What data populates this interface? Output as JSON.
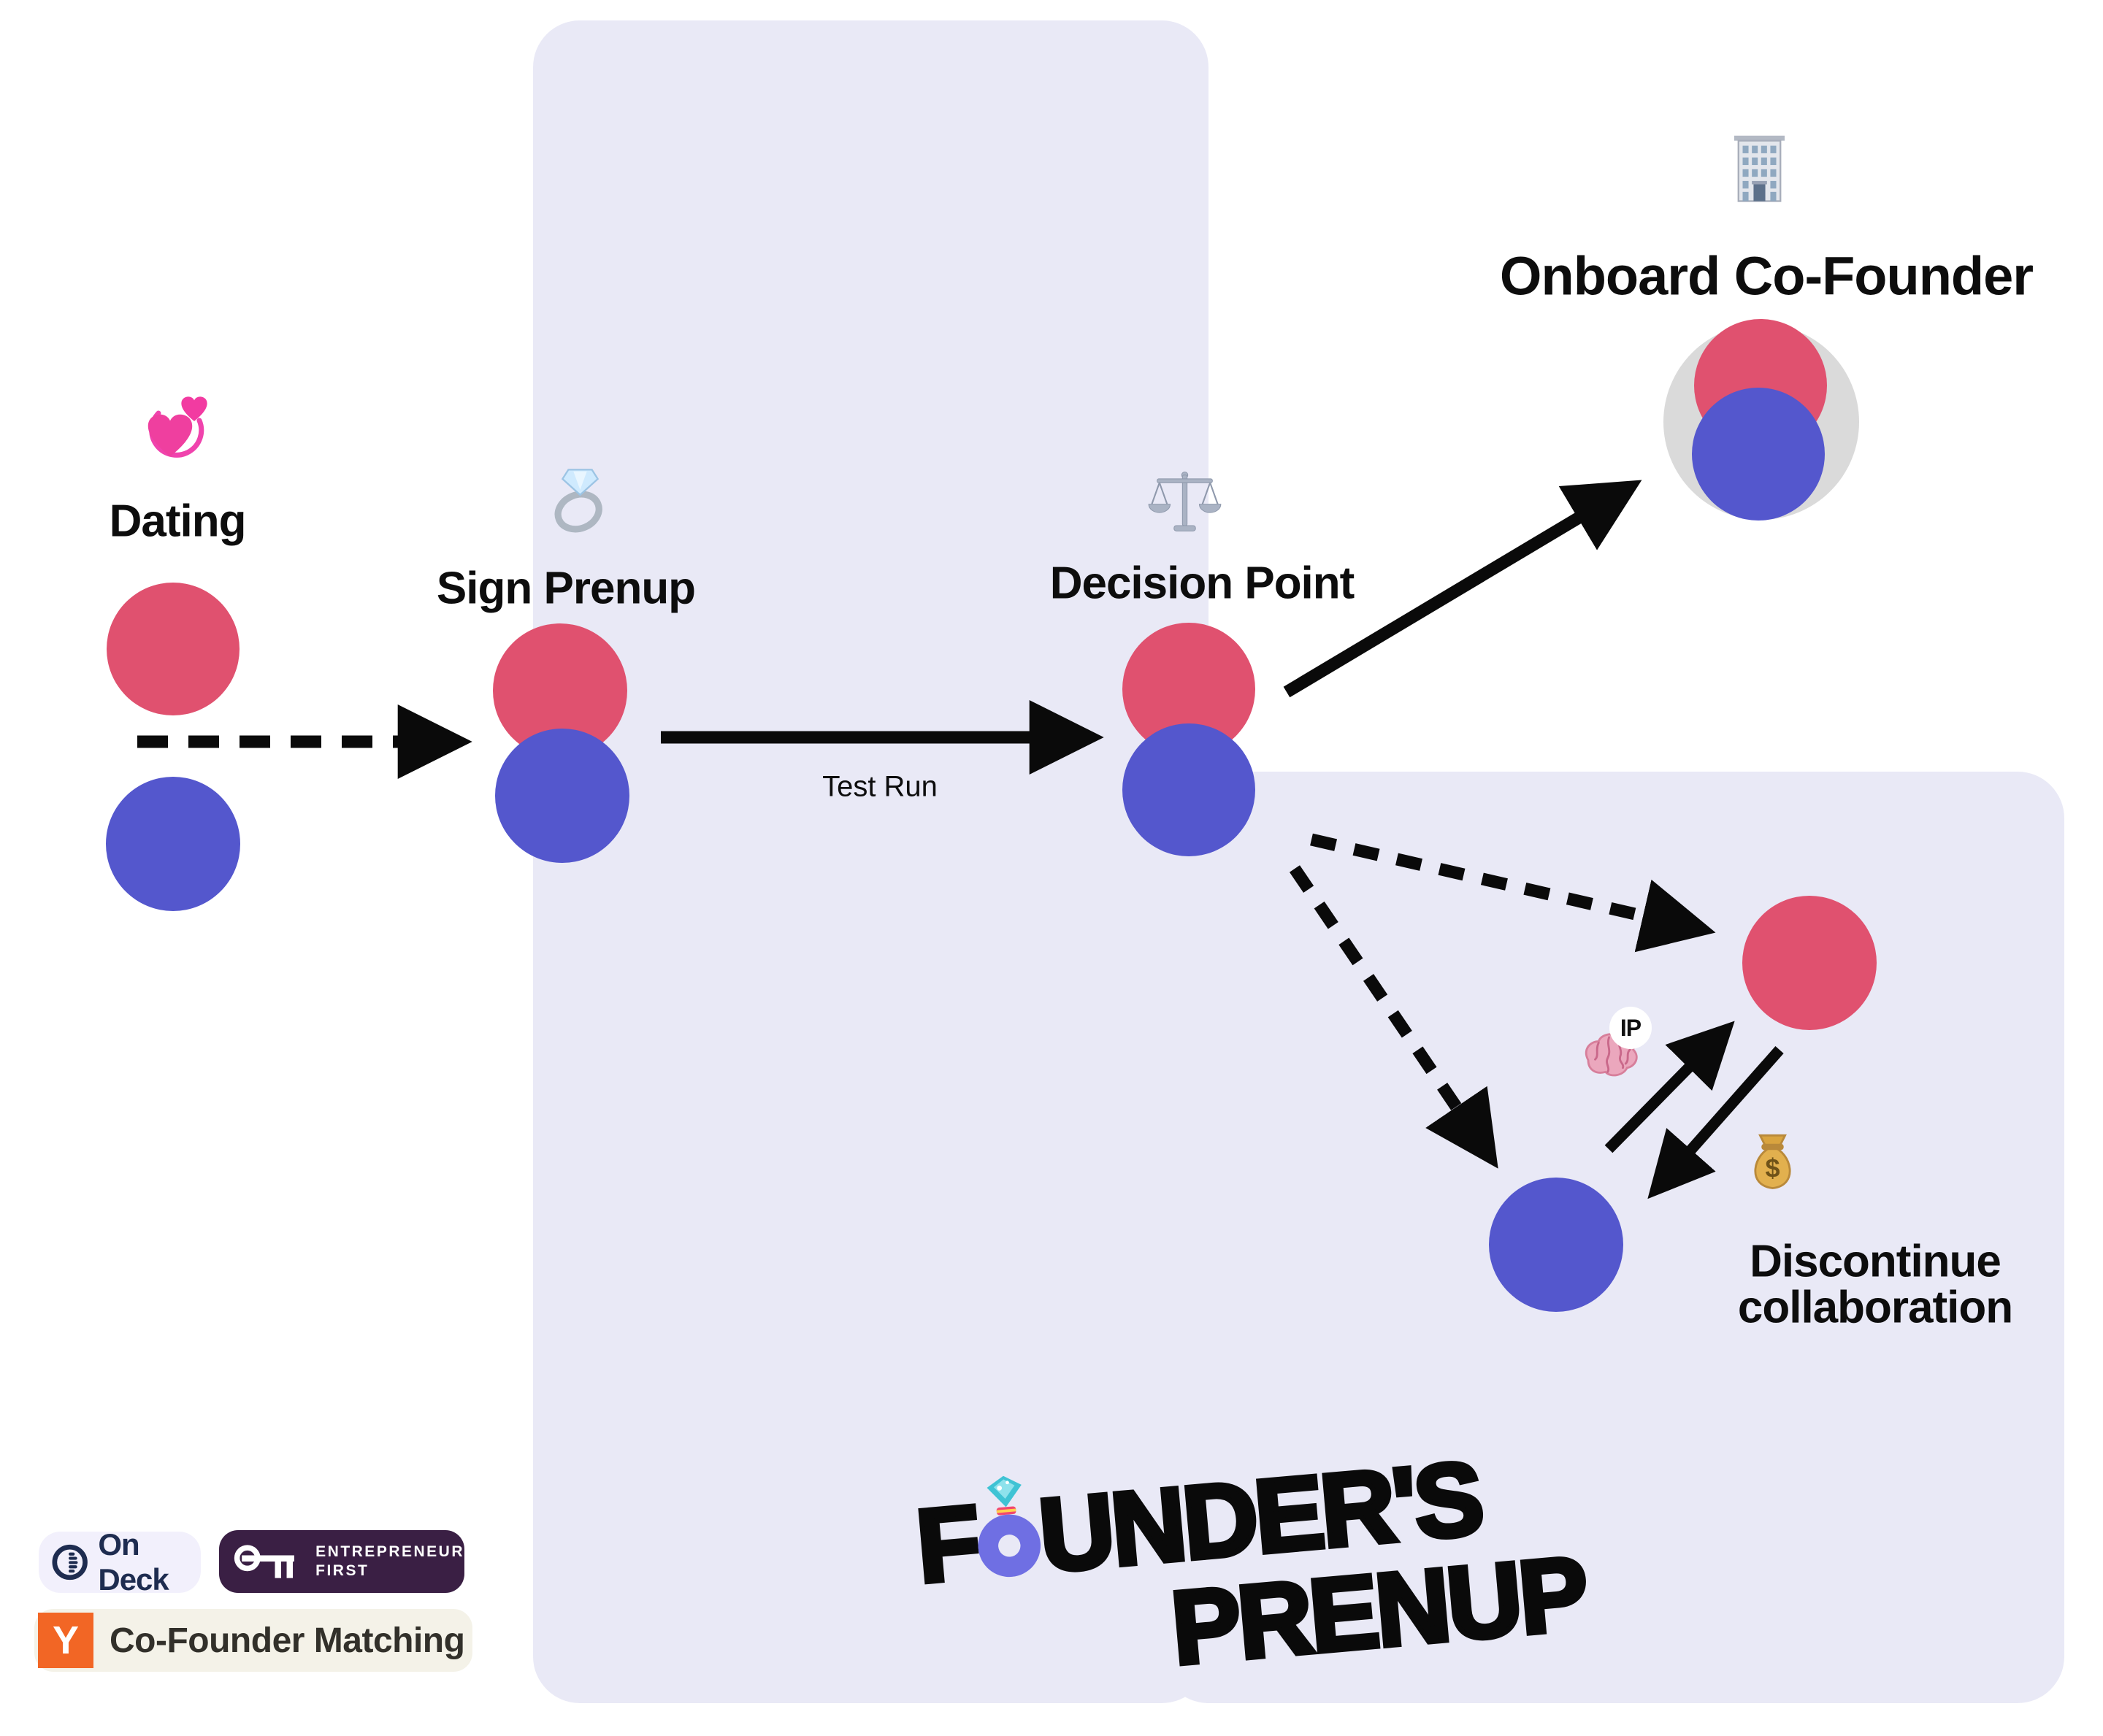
{
  "title": "Founder's Prenup process diagram",
  "stages": {
    "dating": {
      "label": "Dating",
      "icon": "revolving-hearts-icon"
    },
    "sign_prenup": {
      "label": "Sign Prenup",
      "icon": "ring-icon"
    },
    "test_run": {
      "label": "Test Run"
    },
    "decision_point": {
      "label": "Decision Point",
      "icon": "balance-scale-icon"
    },
    "onboard": {
      "label": "Onboard Co-Founder",
      "icon": "office-building-icon"
    },
    "discontinue": {
      "line1": "Discontinue",
      "line2": "collaboration",
      "ip_badge": "IP",
      "ip_icon": "brain-icon",
      "money_icon": "money-bag-icon"
    }
  },
  "logo": {
    "line1_start": "F",
    "line1_end": "UNDER'S",
    "line2": "PRENUP",
    "o_icon": "diamond-ring-icon"
  },
  "partners": {
    "ondeck": {
      "label": "On Deck",
      "icon": "ondeck-icon"
    },
    "entrepreneur_first": {
      "line1": "ENTREPRENEUR",
      "line2": "FIRST",
      "icon": "ef-monogram-icon"
    },
    "y_combinator": {
      "badge": "Y",
      "label": "Co-Founder Matching"
    }
  },
  "colors": {
    "founder_pink": "#e0516f",
    "founder_blue": "#5457cd",
    "panel_lavender": "#e9e9f6",
    "onboard_gray": "#dadada",
    "logo_ring_purple": "#6f6fe3",
    "logo_diamond_teal": "#3fc3d4",
    "logo_band_red": "#f2486e",
    "logo_band_yellow": "#ffd24d",
    "yc_orange": "#f26625",
    "ef_purple": "#3a1f44",
    "ondeck_navy": "#1e2c50",
    "arrow_black": "#0a0a0a"
  }
}
